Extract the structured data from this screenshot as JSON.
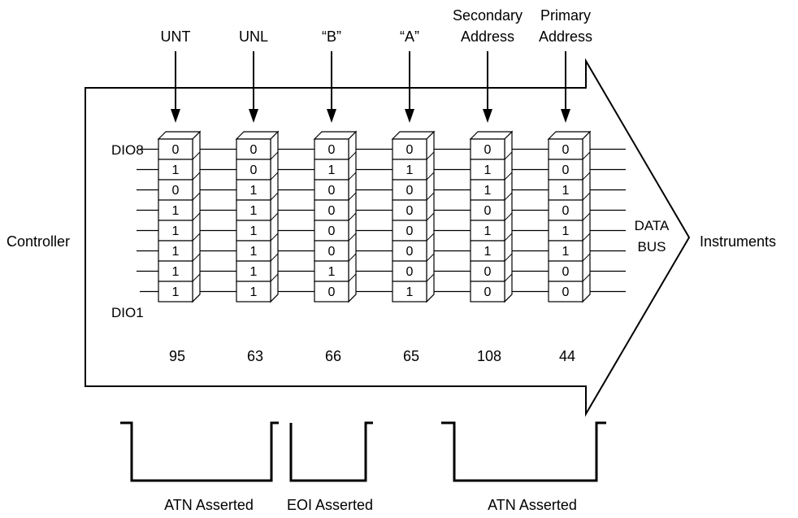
{
  "side_labels": {
    "controller": "Controller",
    "instruments": "Instruments",
    "data_bus_line1": "DATA",
    "data_bus_line2": "BUS"
  },
  "bit_labels": {
    "top": "DIO8",
    "bottom": "DIO1"
  },
  "bytes": [
    {
      "label_lines": [
        "UNT"
      ],
      "bits": [
        "0",
        "1",
        "0",
        "1",
        "1",
        "1",
        "1",
        "1"
      ],
      "value": "95"
    },
    {
      "label_lines": [
        "UNL"
      ],
      "bits": [
        "0",
        "0",
        "1",
        "1",
        "1",
        "1",
        "1",
        "1"
      ],
      "value": "63"
    },
    {
      "label_lines": [
        "“B”"
      ],
      "bits": [
        "0",
        "1",
        "0",
        "0",
        "0",
        "0",
        "1",
        "0"
      ],
      "value": "66"
    },
    {
      "label_lines": [
        "“A”"
      ],
      "bits": [
        "0",
        "1",
        "0",
        "0",
        "0",
        "0",
        "0",
        "1"
      ],
      "value": "65"
    },
    {
      "label_lines": [
        "Secondary",
        "Address"
      ],
      "bits": [
        "0",
        "1",
        "1",
        "0",
        "1",
        "1",
        "0",
        "0"
      ],
      "value": "108"
    },
    {
      "label_lines": [
        "Primary",
        "Address"
      ],
      "bits": [
        "0",
        "0",
        "1",
        "0",
        "1",
        "1",
        "0",
        "0"
      ],
      "value": "44"
    }
  ],
  "signals": [
    {
      "label": "ATN Asserted"
    },
    {
      "label": "EOI Asserted"
    },
    {
      "label": "ATN Asserted"
    }
  ]
}
